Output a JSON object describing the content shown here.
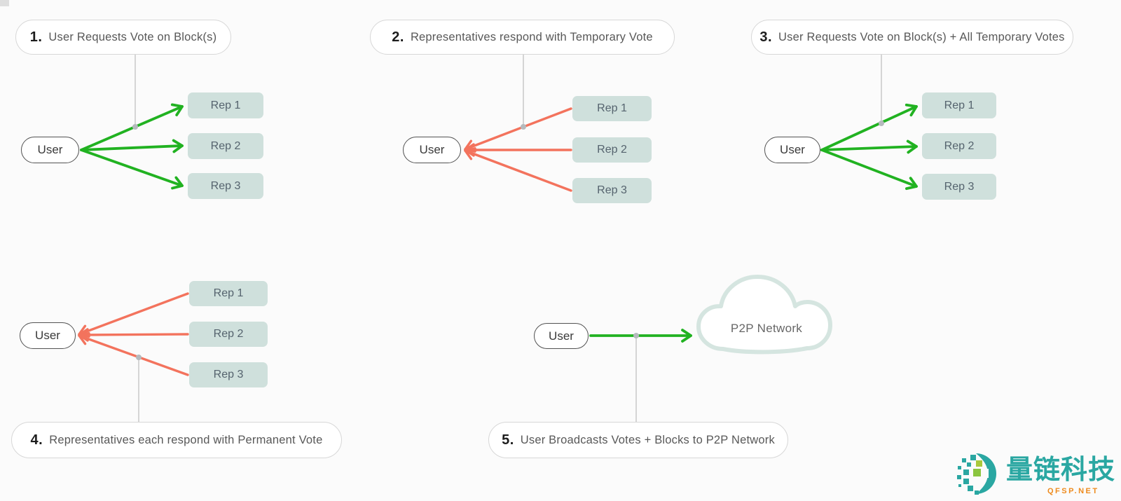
{
  "colors": {
    "arrow_request_green": "#21b221",
    "arrow_respond_salmon": "#f3735d",
    "rep_box_fill": "#cfe0dc",
    "rep_box_text": "#55636e",
    "pill_border": "#d7d7d7",
    "pill_number_text": "#1c1c1c",
    "pill_label_text": "#585858",
    "user_border": "#525252",
    "connector_gray": "#c8c8c8",
    "connector_dot": "#b5babd",
    "cloud_stroke": "#d5e5e0",
    "brand_teal": "#2aa7a2",
    "brand_orange": "#ee8a1c"
  },
  "panels": [
    {
      "number": "1.",
      "label": "User Requests Vote on Block(s)",
      "user": "User",
      "reps": [
        "Rep 1",
        "Rep 2",
        "Rep 3"
      ],
      "arrow_direction": "user-to-reps",
      "arrow_color": "green"
    },
    {
      "number": "2.",
      "label": "Representatives respond with Temporary Vote",
      "user": "User",
      "reps": [
        "Rep 1",
        "Rep 2",
        "Rep 3"
      ],
      "arrow_direction": "reps-to-user",
      "arrow_color": "salmon"
    },
    {
      "number": "3.",
      "label": "User Requests Vote on Block(s) + All Temporary Votes",
      "user": "User",
      "reps": [
        "Rep 1",
        "Rep 2",
        "Rep 3"
      ],
      "arrow_direction": "user-to-reps",
      "arrow_color": "green"
    },
    {
      "number": "4.",
      "label": "Representatives each respond with Permanent Vote",
      "user": "User",
      "reps": [
        "Rep 1",
        "Rep 2",
        "Rep 3"
      ],
      "arrow_direction": "reps-to-user",
      "arrow_color": "salmon"
    },
    {
      "number": "5.",
      "label": "User Broadcasts Votes + Blocks to P2P Network",
      "user": "User",
      "network": "P2P Network",
      "arrow_direction": "user-to-network",
      "arrow_color": "green"
    }
  ],
  "watermark": {
    "brand": "量链科技",
    "site": "QFSP.NET"
  }
}
